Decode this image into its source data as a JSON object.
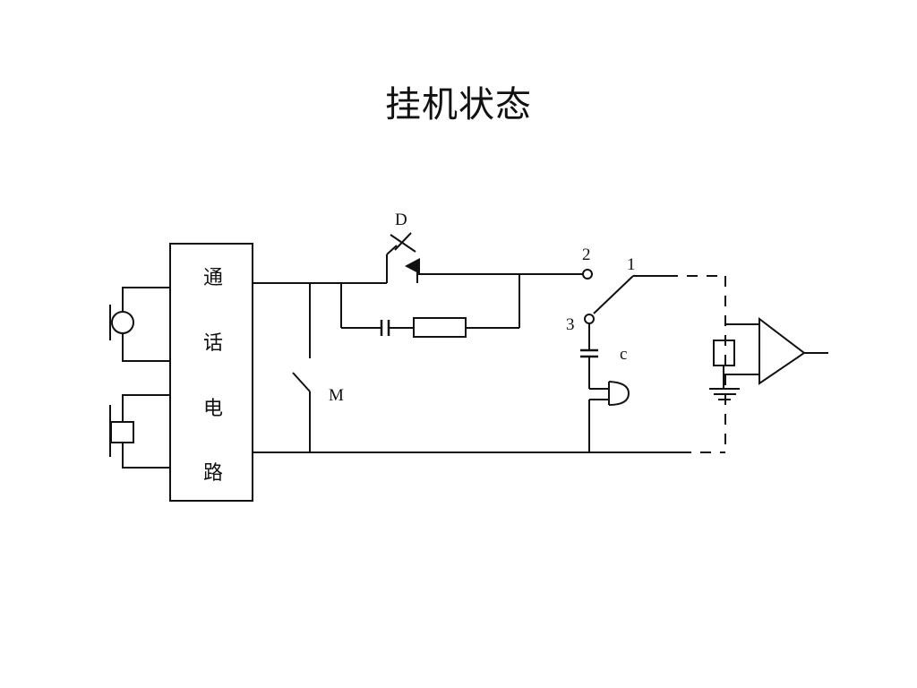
{
  "title": "挂机状态",
  "circuit_block": {
    "chars": [
      "通",
      "话",
      "电",
      "路"
    ]
  },
  "labels": {
    "diode": "D",
    "hook_switch": "M",
    "contact_2": "2",
    "contact_1": "1",
    "contact_3": "3",
    "capacitor": "c"
  },
  "colors": {
    "line": "#111111",
    "background": "#ffffff"
  }
}
